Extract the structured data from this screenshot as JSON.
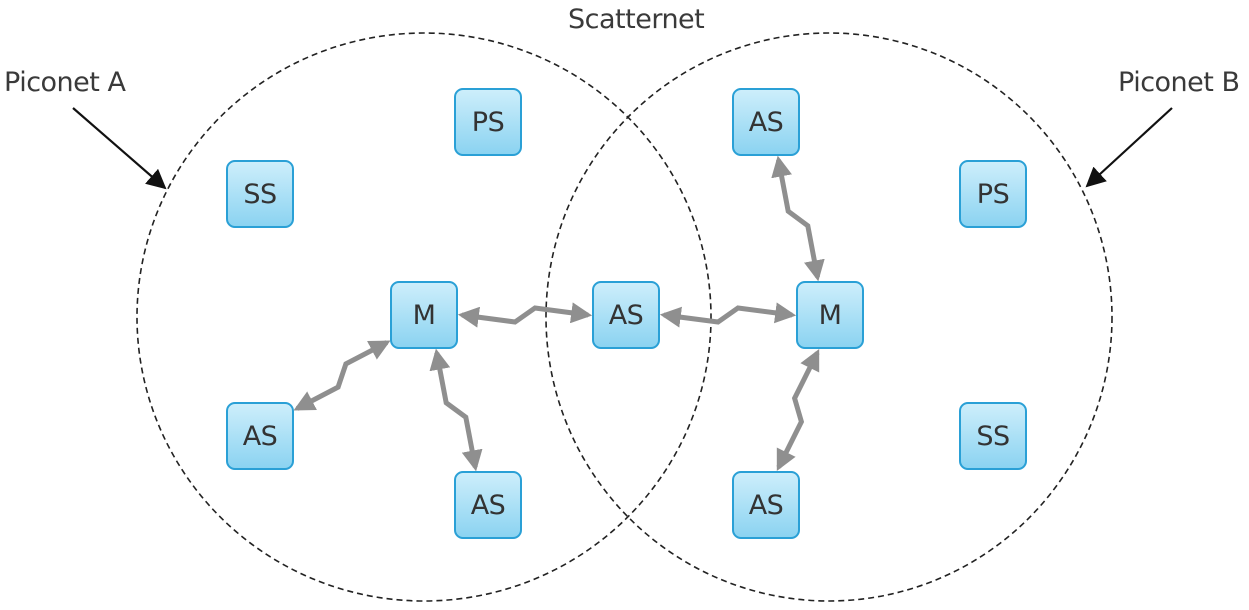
{
  "title": "Scatternet",
  "piconets": [
    {
      "label": "Piconet A"
    },
    {
      "label": "Piconet B"
    }
  ],
  "nodes": [
    {
      "id": "ps-a",
      "label": "PS"
    },
    {
      "id": "ss-a",
      "label": "SS"
    },
    {
      "id": "m-a",
      "label": "M"
    },
    {
      "id": "as-a-left",
      "label": "AS"
    },
    {
      "id": "as-a-bottom",
      "label": "AS"
    },
    {
      "id": "as-bridge",
      "label": "AS"
    },
    {
      "id": "as-b-top",
      "label": "AS"
    },
    {
      "id": "ps-b",
      "label": "PS"
    },
    {
      "id": "m-b",
      "label": "M"
    },
    {
      "id": "ss-b",
      "label": "SS"
    },
    {
      "id": "as-b-bottom",
      "label": "AS"
    }
  ],
  "links": [
    {
      "from": "m-a",
      "to": "as-a-left"
    },
    {
      "from": "m-a",
      "to": "as-a-bottom"
    },
    {
      "from": "m-a",
      "to": "as-bridge"
    },
    {
      "from": "m-b",
      "to": "as-bridge"
    },
    {
      "from": "m-b",
      "to": "as-b-top"
    },
    {
      "from": "m-b",
      "to": "as-b-bottom"
    }
  ],
  "colors": {
    "node_fill_top": "#cdeefb",
    "node_fill_bottom": "#8bd3f1",
    "node_border": "#2aa0d6",
    "link": "#8f8f8f",
    "circle": "#222222",
    "text": "#333333"
  }
}
